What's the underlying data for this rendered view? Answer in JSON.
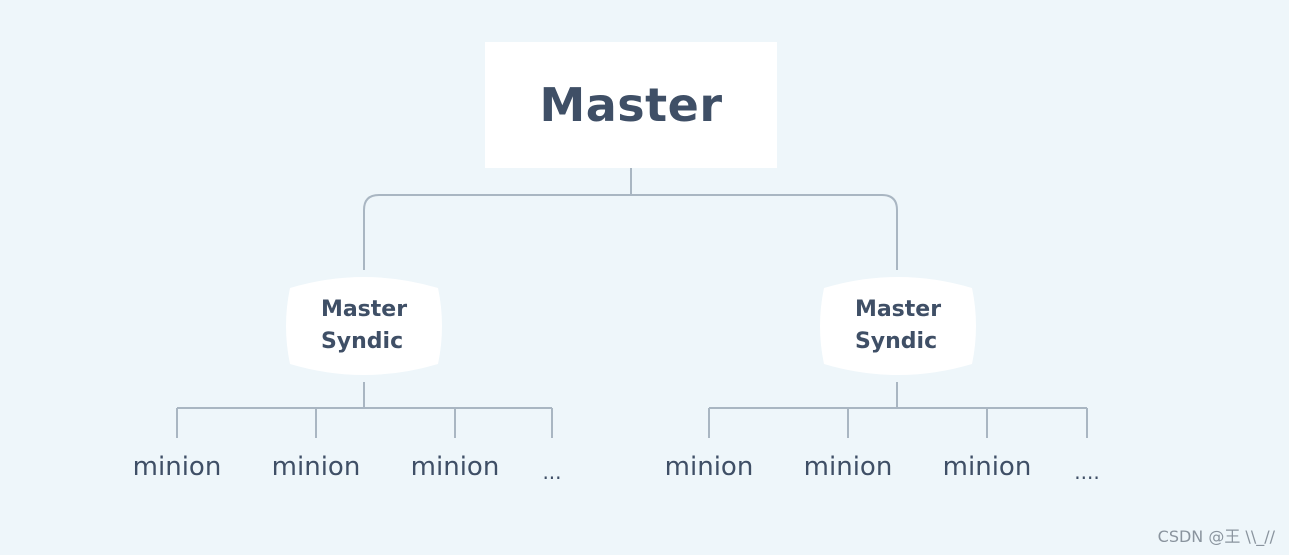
{
  "root": {
    "label": "Master"
  },
  "syndics": [
    {
      "line1": "Master",
      "line2": "Syndic"
    },
    {
      "line1": "Master",
      "line2": "Syndic"
    }
  ],
  "left_children": {
    "minions": [
      "minion",
      "minion",
      "minion"
    ],
    "more": "..."
  },
  "right_children": {
    "minions": [
      "minion",
      "minion",
      "minion"
    ],
    "more": "...."
  },
  "watermark": "CSDN @王 \\\\_//",
  "colors": {
    "background": "#eef6fa",
    "node_fill": "#ffffff",
    "text": "#3f4f66",
    "connector": "#a9b6c2"
  }
}
